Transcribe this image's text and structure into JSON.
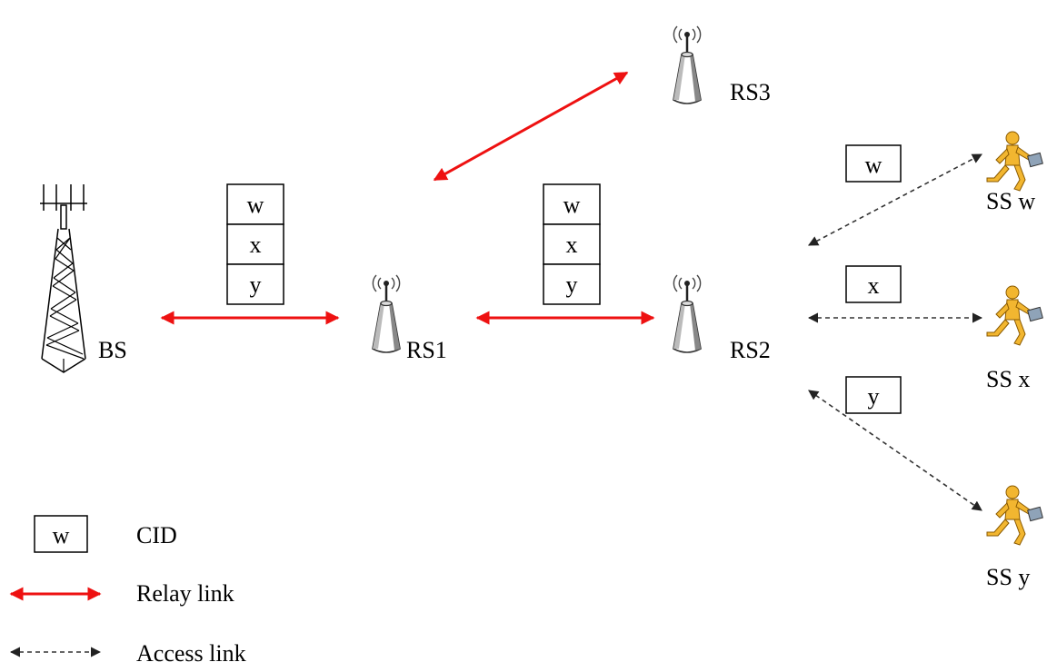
{
  "nodes": {
    "bs": "BS",
    "rs1": "RS1",
    "rs2": "RS2",
    "rs3": "RS3",
    "ss_w": "SS w",
    "ss_x": "SS x",
    "ss_y": "SS y"
  },
  "cid_stacks": {
    "bs_rs1": [
      "w",
      "x",
      "y"
    ],
    "rs1_rs2": [
      "w",
      "x",
      "y"
    ]
  },
  "access_cids": {
    "w": "w",
    "x": "x",
    "y": "y"
  },
  "legend": {
    "cid_sample": "w",
    "cid": "CID",
    "relay": "Relay link",
    "access": "Access link"
  },
  "colors": {
    "relay": "#ee1111",
    "access": "#333333",
    "ss_figure": "#f2b630"
  }
}
